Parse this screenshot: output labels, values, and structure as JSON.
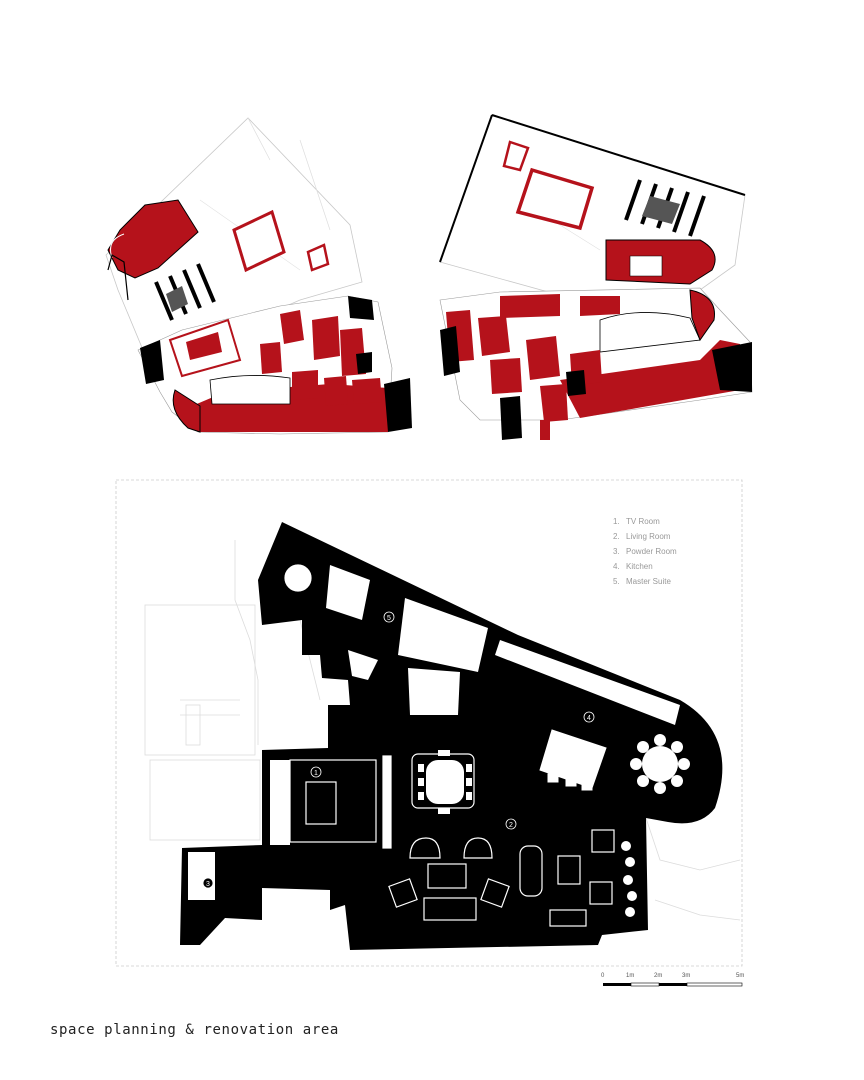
{
  "caption": "space planning & renovation area",
  "legend": [
    {
      "num": "1.",
      "label": "TV Room"
    },
    {
      "num": "2.",
      "label": "Living Room"
    },
    {
      "num": "3.",
      "label": "Powder Room"
    },
    {
      "num": "4.",
      "label": "Kitchen"
    },
    {
      "num": "5.",
      "label": "Master Suite"
    }
  ],
  "room_markers": [
    "1",
    "2",
    "3",
    "4",
    "5"
  ],
  "scale_bar": {
    "labels": [
      "0",
      "1m",
      "2m",
      "3m",
      "5m"
    ]
  },
  "colors": {
    "renovation": "#b5121b",
    "walls": "#000000",
    "existing": "#cccccc"
  }
}
